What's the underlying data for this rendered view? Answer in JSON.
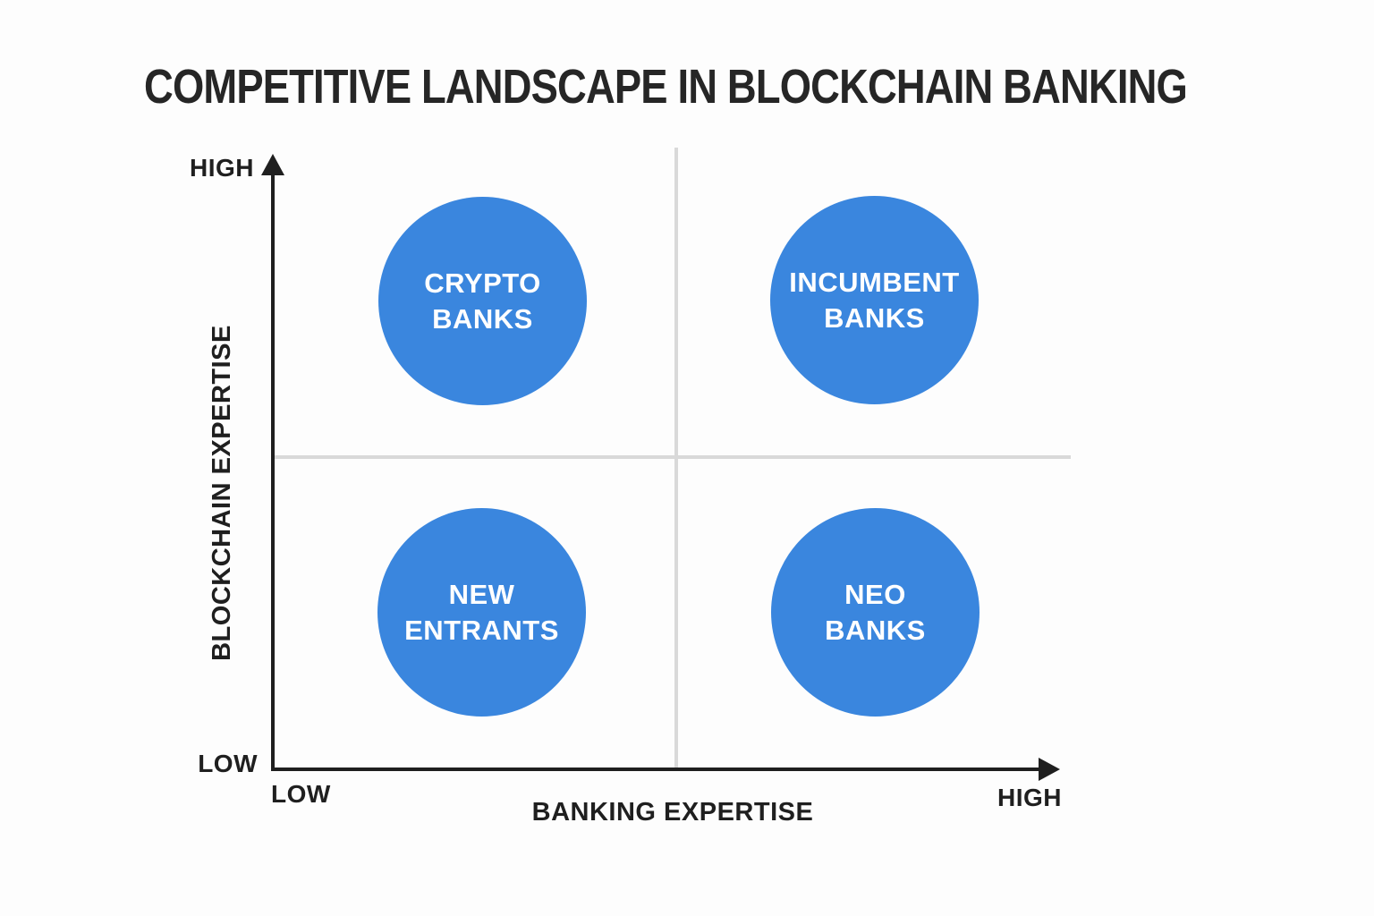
{
  "page": {
    "background_color": "#fdfdfd"
  },
  "title": "COMPETITIVE LANDSCAPE IN BLOCKCHAIN BANKING",
  "colors": {
    "title_text": "#262626",
    "axis": "#1f1f1f",
    "quadrant_divider": "#d9d9d9",
    "bubble_fill": "#3a86de",
    "bubble_text": "#ffffff"
  },
  "axes": {
    "x_title": "BANKING EXPERTISE",
    "y_title": "BLOCKCHAIN EXPERTISE",
    "y_top_tick": "HIGH",
    "y_bottom_tick": "LOW",
    "x_left_tick": "LOW",
    "x_right_tick": "HIGH"
  },
  "bubbles": {
    "top_left": {
      "line1": "CRYPTO",
      "line2": "BANKS"
    },
    "top_right": {
      "line1": "INCUMBENT",
      "line2": "BANKS"
    },
    "bottom_left": {
      "line1": "NEW",
      "line2": "ENTRANTS"
    },
    "bottom_right": {
      "line1": "NEO",
      "line2": "BANKS"
    }
  },
  "chart_data": {
    "type": "scatter",
    "subtype": "quadrant-matrix",
    "title": "COMPETITIVE LANDSCAPE IN BLOCKCHAIN BANKING",
    "xlabel": "BANKING EXPERTISE",
    "ylabel": "BLOCKCHAIN EXPERTISE",
    "x_axis_ticks": [
      "LOW",
      "HIGH"
    ],
    "y_axis_ticks": [
      "LOW",
      "HIGH"
    ],
    "xlim": [
      0,
      1
    ],
    "ylim": [
      0,
      1
    ],
    "grid": "quadrant-dividers-only",
    "legend": "none",
    "points": [
      {
        "label": "CRYPTO BANKS",
        "x": 0.27,
        "y": 0.76,
        "banking_expertise": "LOW",
        "blockchain_expertise": "HIGH",
        "quadrant": "top-left"
      },
      {
        "label": "INCUMBENT BANKS",
        "x": 0.77,
        "y": 0.76,
        "banking_expertise": "HIGH",
        "blockchain_expertise": "HIGH",
        "quadrant": "top-right"
      },
      {
        "label": "NEW ENTRANTS",
        "x": 0.27,
        "y": 0.26,
        "banking_expertise": "LOW",
        "blockchain_expertise": "LOW",
        "quadrant": "bottom-left"
      },
      {
        "label": "NEO BANKS",
        "x": 0.77,
        "y": 0.26,
        "banking_expertise": "HIGH",
        "blockchain_expertise": "LOW",
        "quadrant": "bottom-right"
      }
    ],
    "marker": {
      "shape": "circle",
      "radius_px": 116,
      "fill": "#3a86de",
      "label_color": "#ffffff"
    }
  }
}
